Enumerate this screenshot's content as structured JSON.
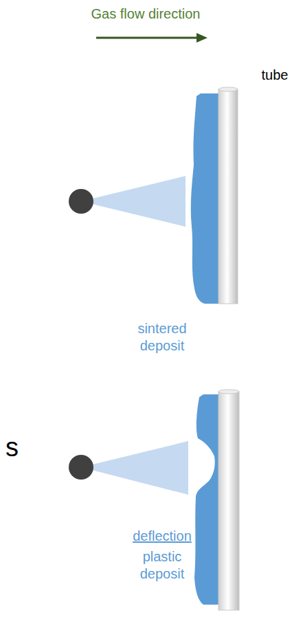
{
  "diagram": {
    "labels": [
      "Gas flow direction",
      "tube",
      "sintered deposit",
      "s",
      "deflection",
      "plastic deposit"
    ]
  }
}
